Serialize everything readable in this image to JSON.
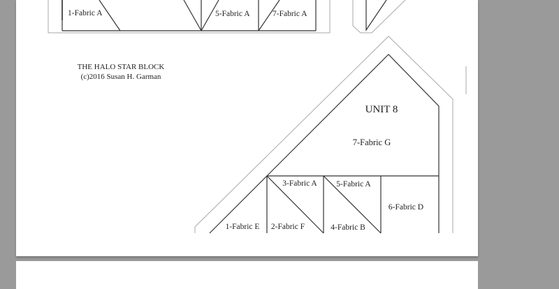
{
  "document": {
    "title_line1": "THE HALO STAR BLOCK",
    "title_line2": "(c)2016 Susan H. Garman",
    "top_unit_labels": [
      "1-Fabric A",
      "5-Fabric A",
      "7-Fabric A"
    ],
    "unit8": {
      "name": "UNIT 8",
      "large_label": "7-Fabric G",
      "labels": [
        "1-Fabric E",
        "2-Fabric F",
        "3-Fabric A",
        "4-Fabric B",
        "5-Fabric A",
        "6-Fabric D"
      ]
    }
  }
}
